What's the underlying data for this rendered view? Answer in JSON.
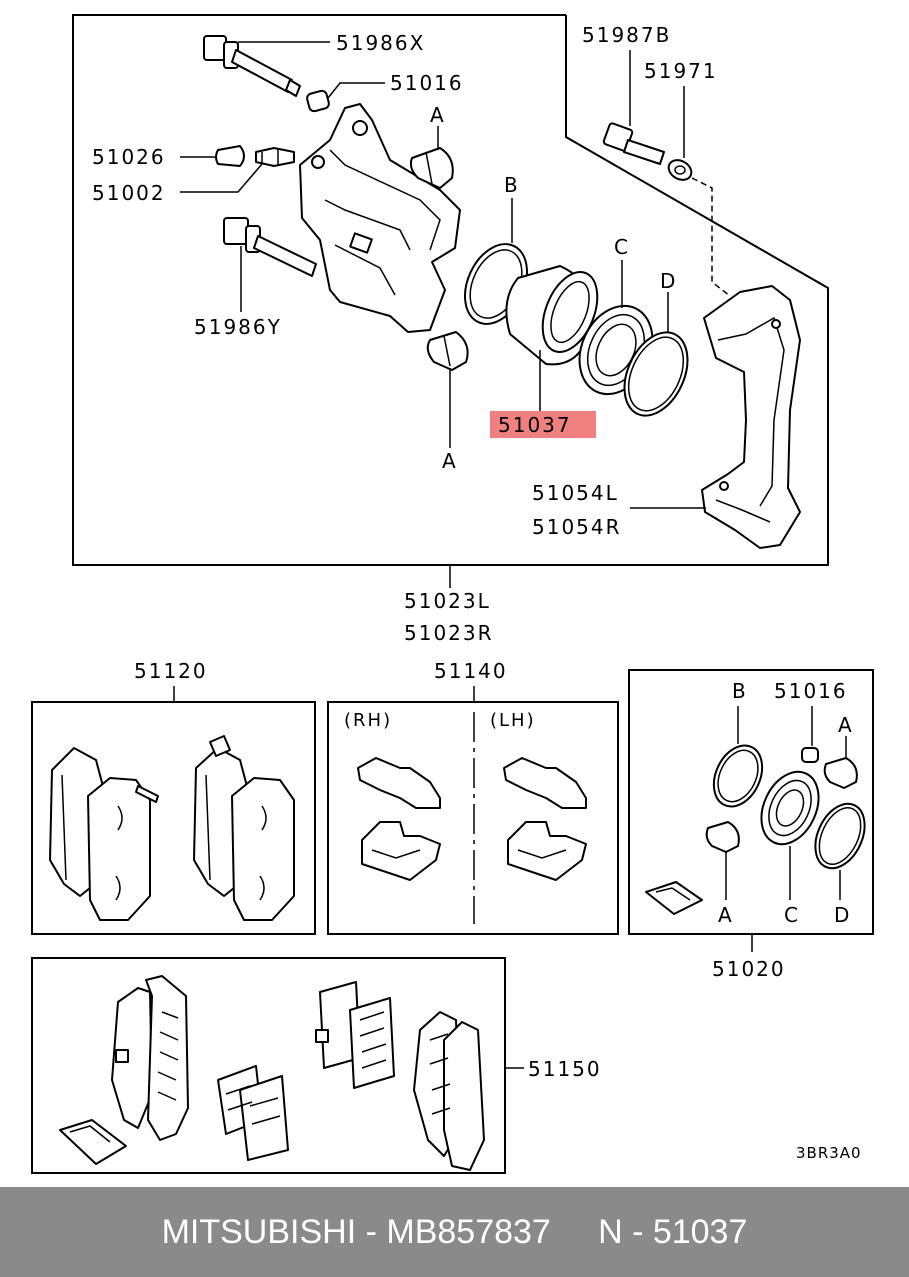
{
  "diagram": {
    "labels": {
      "p51986x": "51986X",
      "p51016": "51016",
      "p51026": "51026",
      "p51002": "51002",
      "p51986y": "51986Y",
      "p51987b": "51987B",
      "p51971": "51971",
      "markA1": "A",
      "markA2": "A",
      "markB": "B",
      "markC": "C",
      "markD": "D",
      "p51037": "51037",
      "p51054l": "51054L",
      "p51054r": "51054R",
      "p51023l": "51023L",
      "p51023r": "51023R",
      "p51120": "51120",
      "p51140": "51140",
      "rh": "(RH)",
      "lh": "(LH)",
      "kitB": "B",
      "kit51016": "51016",
      "kitA1": "A",
      "kitA2": "A",
      "kitC": "C",
      "kitD": "D",
      "p51020": "51020",
      "p51150": "51150",
      "code": "3BR3A0"
    },
    "highlight_color": "#f08080"
  },
  "footer": {
    "text": "MITSUBISHI - MB857837     N - 51037"
  }
}
